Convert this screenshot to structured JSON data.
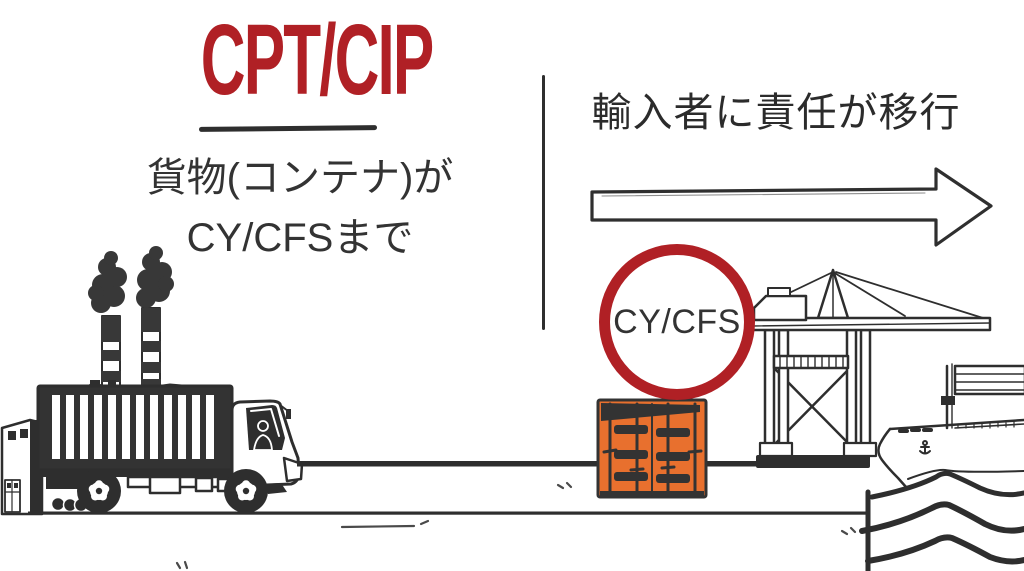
{
  "header": {
    "title": "CPT/CIP",
    "subtitle_line1": "貨物(コンテナ)が",
    "subtitle_line2": "CY/CFSまで"
  },
  "right_panel": {
    "heading": "輸入者に責任が移行",
    "arrow_icon": "right-arrow-outline"
  },
  "location_badge": {
    "label": "CY/CFS"
  },
  "colors": {
    "accent_red": "#B02025",
    "ink": "#2e2e2e",
    "container_orange": "#E8702E",
    "background": "#ffffff"
  },
  "illustration": {
    "left_scene": [
      "factory-with-smokestacks",
      "container-truck"
    ],
    "right_scene": [
      "orange-shipping-container",
      "gantry-crane",
      "container-ship",
      "sea-waves"
    ],
    "lines": [
      "route-line",
      "ground-line",
      "quay-edge"
    ]
  }
}
